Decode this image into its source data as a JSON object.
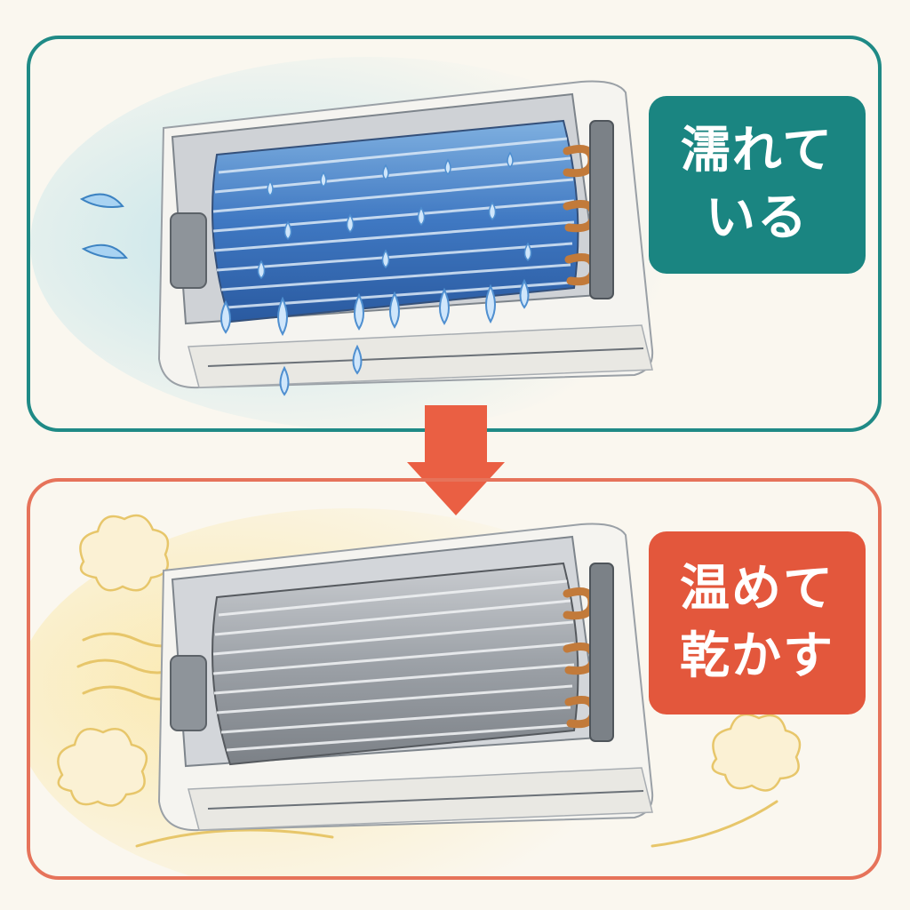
{
  "panels": {
    "wet": {
      "label_line1": "濡れて",
      "label_line2": "いる",
      "border_color": "#1f8a86",
      "label_color": "#1a8581"
    },
    "dry": {
      "label_line1": "温めて",
      "label_line2": "乾かす",
      "border_color": "#e6735a",
      "label_color": "#e3573c"
    }
  },
  "arrow": {
    "color": "#ea5f43"
  },
  "icons": {
    "wet_unit": "air-conditioner-wet-icon",
    "dry_unit": "air-conditioner-dry-icon",
    "drops": "water-drop-icon",
    "steam": "steam-cloud-icon"
  }
}
